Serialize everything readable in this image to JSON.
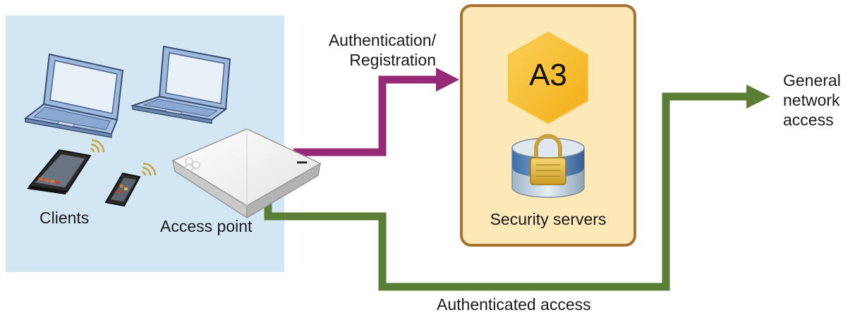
{
  "labels": {
    "clients": "Clients",
    "access_point": "Access point",
    "auth_line1": "Authentication/",
    "auth_line2": "Registration",
    "authenticated_access": "Authenticated access",
    "general_line1": "General",
    "general_line2": "network",
    "general_line3": "access",
    "security_servers": "Security servers",
    "a3_logo": "A3"
  },
  "colors": {
    "client_panel": "#d2e7f3",
    "auth_arrow": "#962a77",
    "access_arrow": "#5a7f34",
    "server_box_fill": "#fde8b8",
    "server_box_border": "#a6722d",
    "hexagon": "#f8c12e"
  },
  "icons": [
    "laptop-icon",
    "tablet-icon",
    "smartphone-icon",
    "wifi-signal-icon",
    "access-point-device-icon",
    "lock-database-icon",
    "a3-hexagon-logo"
  ]
}
